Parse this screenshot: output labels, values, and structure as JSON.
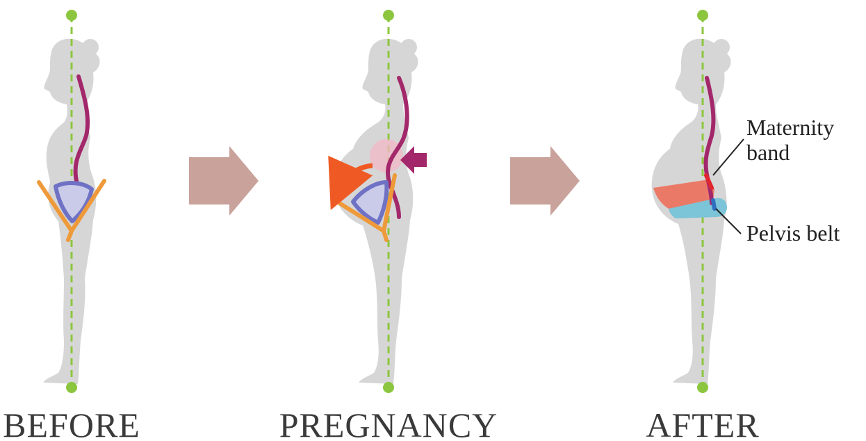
{
  "panels": [
    {
      "caption": "BEFORE"
    },
    {
      "caption": "PREGNANCY"
    },
    {
      "caption": "AFTER"
    }
  ],
  "callouts": {
    "maternity_band_line1": "Maternity",
    "maternity_band_line2": "band",
    "pelvis_belt": "Pelvis belt"
  },
  "colors": {
    "gravity_line": "#8cc63f",
    "spine": "#a3286b",
    "pelvis_frame": "#ef9a3a",
    "pelvis_ring": "#6f72c4",
    "stress_arrow": "#a3286b",
    "tilt_arrow": "#ef5a24",
    "maternity_band": "#ea7a67",
    "pelvis_belt": "#7cc4d8",
    "transition_arrow": "#c9a29c",
    "silhouette": "#d6d6d6"
  },
  "icons": [
    "pressure-arrow-icon",
    "tilt-arrow-icon",
    "transition-arrow-icon"
  ]
}
